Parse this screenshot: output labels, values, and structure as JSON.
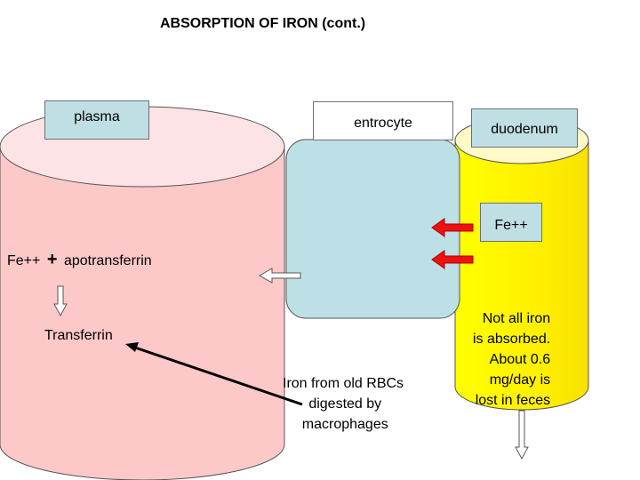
{
  "title": "ABSORPTION OF IRON (cont.)",
  "labels": {
    "plasma": "plasma",
    "entrocyte": "entrocyte",
    "duodenum": "duodenum",
    "fe_duodenum": "Fe++",
    "fe_plasma": "Fe++",
    "plus": "+",
    "apotransferrin": "apotransferrin",
    "transferrin": "Transferrin",
    "rbc_note": "Iron from old RBCs\n digested by\n macrophages",
    "feces_note": "Not all iron\nis absorbed.\nAbout 0.6\nmg/day is\nlost in feces"
  },
  "colors": {
    "plasma_body": "#fcc8c8",
    "plasma_top": "#fde3e5",
    "entrocyte_cell": "#bde0e6",
    "duodenum_body": "#ffff00",
    "duodenum_top": "#fff9c8",
    "label_box": "#bfdfe5",
    "red_arrow": "#ee1111",
    "outline": "#555555"
  }
}
